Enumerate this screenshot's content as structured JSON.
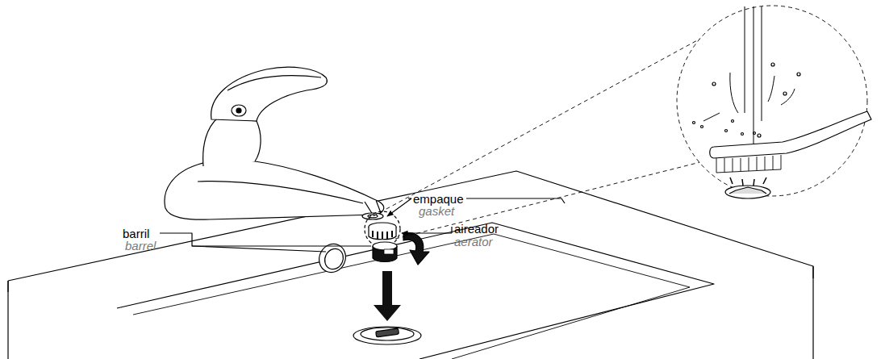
{
  "diagram": {
    "labels": [
      "empaque",
      "gasket",
      "aireador",
      "aerator",
      "barril",
      "barrel"
    ]
  }
}
